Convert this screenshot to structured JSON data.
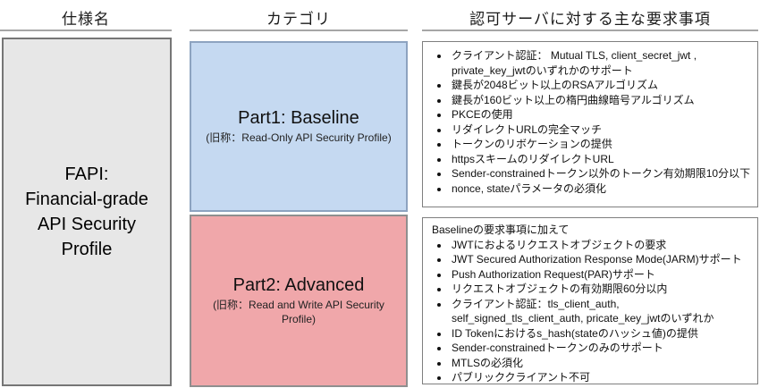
{
  "columns": {
    "spec_header": "仕様名",
    "category_header": "カテゴリ",
    "requirements_header": "認可サーバに対する主な要求事項"
  },
  "spec_box": {
    "label": "FAPI:\nFinancial-grade\nAPI Security\nProfile"
  },
  "category": {
    "part1": {
      "title": "Part1: Baseline",
      "subtitle": "(旧称：Read-Only API Security Profile)"
    },
    "part2": {
      "title": "Part2: Advanced",
      "subtitle": "(旧称：Read and Write API Security Profile)"
    }
  },
  "requirements": {
    "baseline": {
      "items": [
        "クライアント認証： Mutual TLS, client_secret_jwt , private_key_jwtのいずれかのサポート",
        "鍵長が2048ビット以上のRSAアルゴリズム",
        "鍵長が160ビット以上の楕円曲線暗号アルゴリズム",
        "PKCEの使用",
        "リダイレクトURLの完全マッチ",
        "トークンのリボケーションの提供",
        "httpsスキームのリダイレクトURL",
        "Sender-constrainedトークン以外のトークン有効期限10分以下",
        "nonce, stateパラメータの必須化"
      ]
    },
    "advanced": {
      "intro": "Baselineの要求事項に加えて",
      "items": [
        "JWTにおよるリクエストオブジェクトの要求",
        "JWT Secured Authorization Response Mode(JARM)サポート",
        "Push Authorization Request(PAR)サポート",
        "リクエストオブジェクトの有効期限60分以内",
        "クライアント認証：tls_client_auth, self_signed_tls_client_auth, pricate_key_jwtのいずれか",
        "ID Tokenにおけるs_hash(stateのハッシュ値)の提供",
        "Sender-constrainedトークンのみのサポート",
        "MTLSの必須化",
        "パブリッククライアント不可"
      ]
    }
  },
  "colors": {
    "spec_fill": "#e7e7e7",
    "spec_border": "#767676",
    "part1_fill": "#c5d9f1",
    "part1_border": "#8da3c0",
    "part2_fill": "#f0a7aa",
    "part2_border": "#8f8f8f",
    "req_border": "#7f7f7f",
    "header_rule": "#a6a6a6"
  }
}
